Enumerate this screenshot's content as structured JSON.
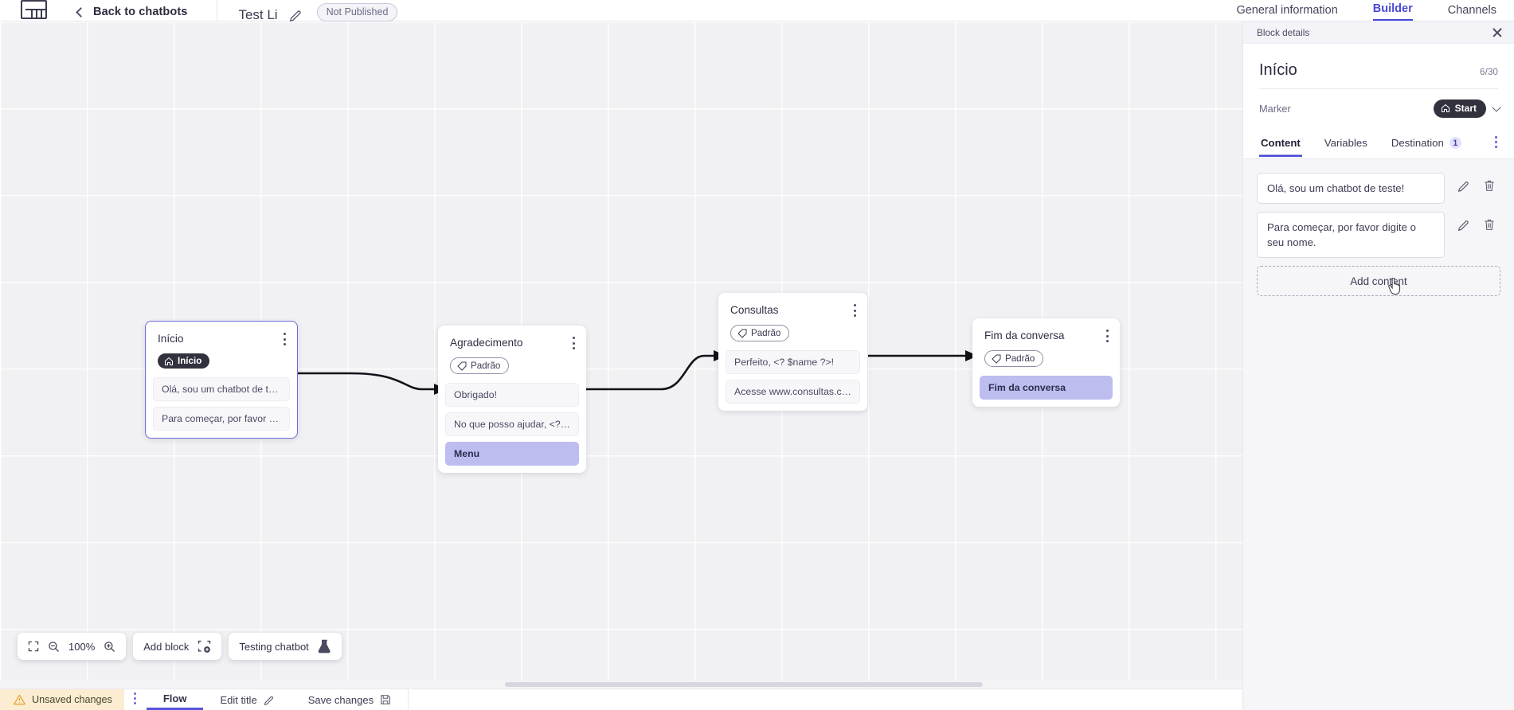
{
  "header": {
    "logo_icon": "chatbot-logo-icon",
    "back_label": "Back to chatbots",
    "bot_title": "Test Li",
    "edit_icon": "pencil-icon",
    "status_badge": "Not Published",
    "tabs": [
      {
        "label": "General information",
        "active": false
      },
      {
        "label": "Builder",
        "active": true
      },
      {
        "label": "Channels",
        "active": false
      }
    ]
  },
  "canvas": {
    "zoom_level": "100%",
    "fit_icon": "fit-screen-icon",
    "zoom_out_icon": "zoom-out-icon",
    "zoom_in_icon": "zoom-in-icon",
    "add_block_label": "Add block",
    "add_block_icon": "add-block-icon",
    "testing_label": "Testing chatbot",
    "testing_icon": "flask-icon",
    "nodes": [
      {
        "title": "Início",
        "tag": "Início",
        "tag_type": "start",
        "tag_icon": "home-icon",
        "selected": true,
        "messages": [
          {
            "text": "Olá, sou um chatbot de teste!",
            "accent": false
          },
          {
            "text": "Para começar, por favor digite o ...",
            "accent": false
          }
        ]
      },
      {
        "title": "Agradecimento",
        "tag": "Padrão",
        "tag_type": "default",
        "tag_icon": "tag-icon",
        "selected": false,
        "messages": [
          {
            "text": "Obrigado!",
            "accent": false
          },
          {
            "text": "No que posso ajudar, <? $name ...",
            "accent": false
          },
          {
            "text": "Menu",
            "accent": true
          }
        ]
      },
      {
        "title": "Consultas",
        "tag": "Padrão",
        "tag_type": "default",
        "tag_icon": "tag-icon",
        "selected": false,
        "messages": [
          {
            "text": "Perfeito, <? $name ?>!",
            "accent": false
          },
          {
            "text": "Acesse www.consultas.com par...",
            "accent": false
          }
        ]
      },
      {
        "title": "Fim da conversa",
        "tag": "Padrão",
        "tag_type": "default",
        "tag_icon": "tag-icon",
        "selected": false,
        "messages": [
          {
            "text": "Fim da conversa",
            "accent": true
          }
        ]
      }
    ]
  },
  "bottombar": {
    "unsaved_label": "Unsaved changes",
    "warning_icon": "warning-triangle-icon",
    "kebab_icon": "kebab-menu-icon",
    "flow_label": "Flow",
    "edit_title_label": "Edit title",
    "edit_title_icon": "pencil-icon",
    "save_label": "Save changes",
    "save_icon": "floppy-disk-icon"
  },
  "panel": {
    "header_label": "Block details",
    "close_icon": "close-icon",
    "title": "Início",
    "char_count": "6/30",
    "marker_label": "Marker",
    "marker_value": "Start",
    "marker_icon": "home-icon",
    "marker_chevron_icon": "chevron-down-icon",
    "tabs": [
      {
        "label": "Content",
        "active": true,
        "badge": ""
      },
      {
        "label": "Variables",
        "active": false,
        "badge": ""
      },
      {
        "label": "Destination",
        "active": false,
        "badge": "1"
      }
    ],
    "tabs_more_icon": "kebab-menu-icon",
    "contents": [
      {
        "text": "Olá, sou um chatbot de teste!",
        "edit_icon": "pencil-icon",
        "delete_icon": "trash-icon"
      },
      {
        "text": "Para começar, por favor digite o seu nome.",
        "edit_icon": "pencil-icon",
        "delete_icon": "trash-icon"
      }
    ],
    "add_content_label": "Add content"
  },
  "colors": {
    "accent": "#4a49d6",
    "accent_soft": "#bdbdf0",
    "canvas_bg": "#f1f1f4",
    "warning_bg": "#fbecd2",
    "dark_pill": "#32323f"
  }
}
